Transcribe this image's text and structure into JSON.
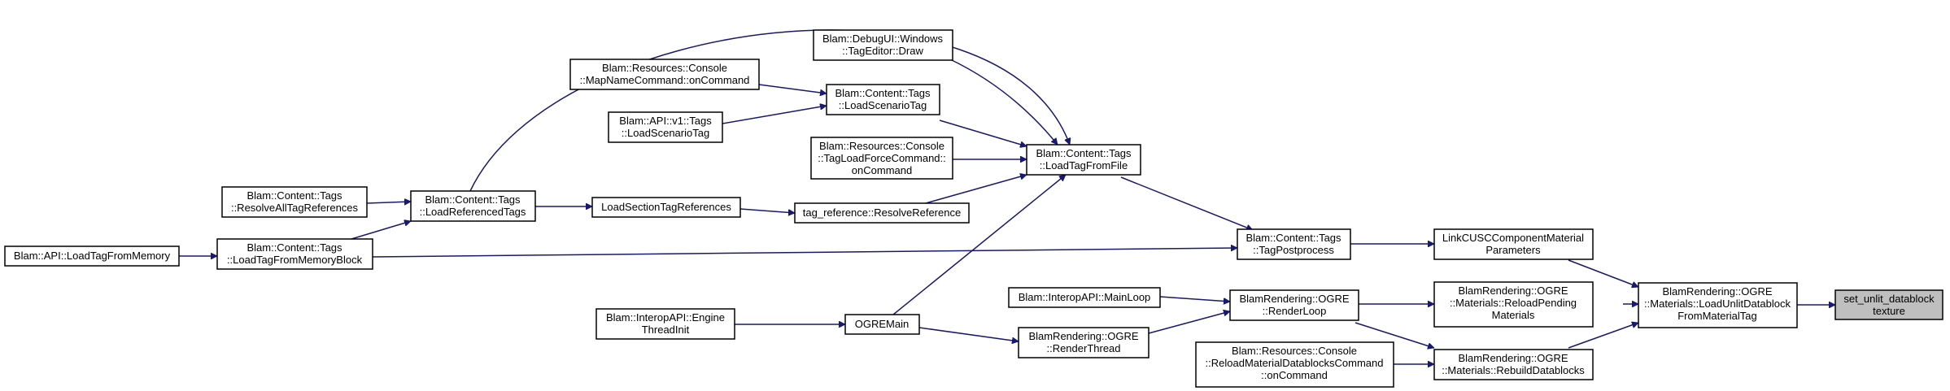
{
  "colors": {
    "edge": "#191970",
    "node_fill": "#ffffff",
    "root_fill": "#bfbfbf",
    "node_stroke": "#000000"
  },
  "nodes": {
    "set_unlit": {
      "lines": [
        "set_unlit_datablock",
        "texture"
      ],
      "root": true
    },
    "load_unlit": {
      "lines": [
        "BlamRendering::OGRE",
        "::Materials::LoadUnlitDatablock",
        "FromMaterialTag"
      ]
    },
    "linkcusc": {
      "lines": [
        "LinkCUSCComponentMaterial",
        "Parameters"
      ]
    },
    "reload_pending": {
      "lines": [
        "BlamRendering::OGRE",
        "::Materials::ReloadPending",
        "Materials"
      ]
    },
    "rebuild": {
      "lines": [
        "BlamRendering::OGRE",
        "::Materials::RebuildDatablocks"
      ]
    },
    "tag_postprocess": {
      "lines": [
        "Blam::Content::Tags",
        "::TagPostprocess"
      ]
    },
    "render_loop": {
      "lines": [
        "BlamRendering::OGRE",
        "::RenderLoop"
      ]
    },
    "reload_cmd": {
      "lines": [
        "Blam::Resources::Console",
        "::ReloadMaterialDatablocksCommand",
        "::onCommand"
      ]
    },
    "load_tag_from_file": {
      "lines": [
        "Blam::Content::Tags",
        "::LoadTagFromFile"
      ]
    },
    "interop_mainloop": {
      "lines": [
        "Blam::InteropAPI::MainLoop"
      ]
    },
    "render_thread": {
      "lines": [
        "BlamRendering::OGRE",
        "::RenderThread"
      ]
    },
    "tageditor_draw": {
      "lines": [
        "Blam::DebugUI::Windows",
        "::TagEditor::Draw"
      ]
    },
    "load_scenario_tag": {
      "lines": [
        "Blam::Content::Tags",
        "::LoadScenarioTag"
      ]
    },
    "tagloadforce": {
      "lines": [
        "Blam::Resources::Console",
        "::TagLoadForceCommand::",
        "onCommand"
      ]
    },
    "resolve_reference": {
      "lines": [
        "tag_reference::ResolveReference"
      ]
    },
    "ogremain": {
      "lines": [
        "OGREMain"
      ]
    },
    "mapname_cmd": {
      "lines": [
        "Blam::Resources::Console",
        "::MapNameCommand::onCommand"
      ]
    },
    "api_v1_scenario": {
      "lines": [
        "Blam::API::v1::Tags",
        "::LoadScenarioTag"
      ]
    },
    "load_section_refs": {
      "lines": [
        "LoadSectionTagReferences"
      ]
    },
    "engine_threadinit": {
      "lines": [
        "Blam::InteropAPI::Engine",
        "ThreadInit"
      ]
    },
    "load_referenced": {
      "lines": [
        "Blam::Content::Tags",
        "::LoadReferencedTags"
      ]
    },
    "load_from_memory_block": {
      "lines": [
        "Blam::Content::Tags",
        "::LoadTagFromMemoryBlock"
      ]
    },
    "resolve_all": {
      "lines": [
        "Blam::Content::Tags",
        "::ResolveAllTagReferences"
      ]
    },
    "api_load_from_memory": {
      "lines": [
        "Blam::API::LoadTagFromMemory"
      ]
    }
  }
}
